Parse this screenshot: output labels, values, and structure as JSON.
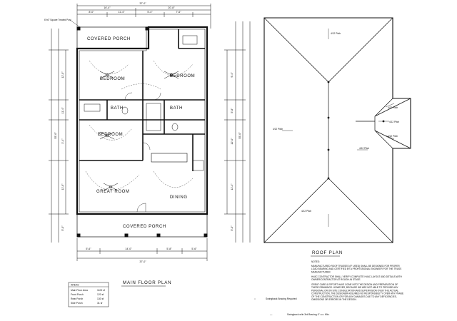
{
  "floor_plan": {
    "title": "MAIN FLOOR PLAN",
    "note_top_left": "6\"x6\" Square Treated Post",
    "rooms": {
      "covered_porch_top": "COVERED PORCH",
      "bedroom_left": "BEDROOM",
      "bedroom_right": "BEDROOM",
      "bath_left": "BATH",
      "bath_right": "BATH",
      "bedroom_mid": "BEDROOM",
      "great_room": "GREAT ROOM",
      "dining": "DINING",
      "covered_porch_bottom": "COVERED PORCH"
    },
    "overall_width": "37'-0\"",
    "overall_depth": "55'-0\"",
    "top_dims": [
      "8'-0\"",
      "11'-4\"",
      "5'-4\"",
      "7'-6\""
    ],
    "top_segment_dims": [
      "16'-4\"",
      "20'-8\""
    ],
    "bottom_dims": [
      "5'-6\"",
      "14'-0\"",
      "5'-8\"",
      "5'-6\""
    ],
    "bottom_overall": "37'-0\"",
    "left_dims": [
      "12'-0\"",
      "11'-4\"",
      "3'-4\"",
      "11'-0\"",
      "5'-0\""
    ],
    "right_dims": [
      "9'-4\"",
      "5'-8\"",
      "12'-0\"",
      "11'-4\"",
      "5'-0\""
    ],
    "areas": {
      "heading": "AREAS",
      "rows": [
        {
          "label": "Main Floor Area",
          "value": "1100 sf"
        },
        {
          "label": "Front Porch",
          "value": "120 sf"
        },
        {
          "label": "Rear Porch",
          "value": "130 sf"
        },
        {
          "label": "Side Porch",
          "value": "31 sf"
        }
      ]
    },
    "legend": [
      {
        "symbol": "○",
        "text": "Swingback Bracing Required"
      },
      {
        "symbol": "—",
        "text": "Swingback w/in 3rd Bracing 4\" o.c. Min."
      }
    ]
  },
  "roof_plan": {
    "title": "ROOF PLAN",
    "pitch_labels": [
      "4/12 Pitch",
      "4/12 Pitch",
      "4/12 Pitch",
      "4/12 Pitch",
      "4/12 Pitch",
      "4/12 Pitch",
      "4/12 Pitch"
    ],
    "notes_heading": "NOTES:",
    "notes": [
      "MANUFACTURED ROOF TRUSSES (IF USED) SHALL BE DESIGNED FOR PROPER LOAD BEARING AND CERTIFIED BY A PROFESSIONAL ENGINEER FOR THE TRUSS MANUFACTURER.",
      "HVAC CONTRACTOR SHALL VERIFY COMPLETE HVAC LAYOUT AND DETAILS WITH OWNER/CONTRACTOR AT ROUGH-IN STAGE.",
      "GREAT CARE & EFFORT HAVE GONE INTO THE DESIGN AND PREPARATION OF THESE DRAWINGS. HOWEVER, BECAUSE WE ARE NOT ABLE TO PROVIDE ANY PERSONAL OR ON SITE CONSULTATION AND SUPERVISION OVER THE ACTUAL CONSTRUCTION, THE DESIGNER ASSUMES NO RESPONSIBILITY OVER ANY PHASE OF THE CONSTRUCTION OR FOR ANY DAMAGES DUE TO ANY DEFICIENCIES, OMISSIONS OR ERRORS IN THE DESIGN."
    ]
  }
}
